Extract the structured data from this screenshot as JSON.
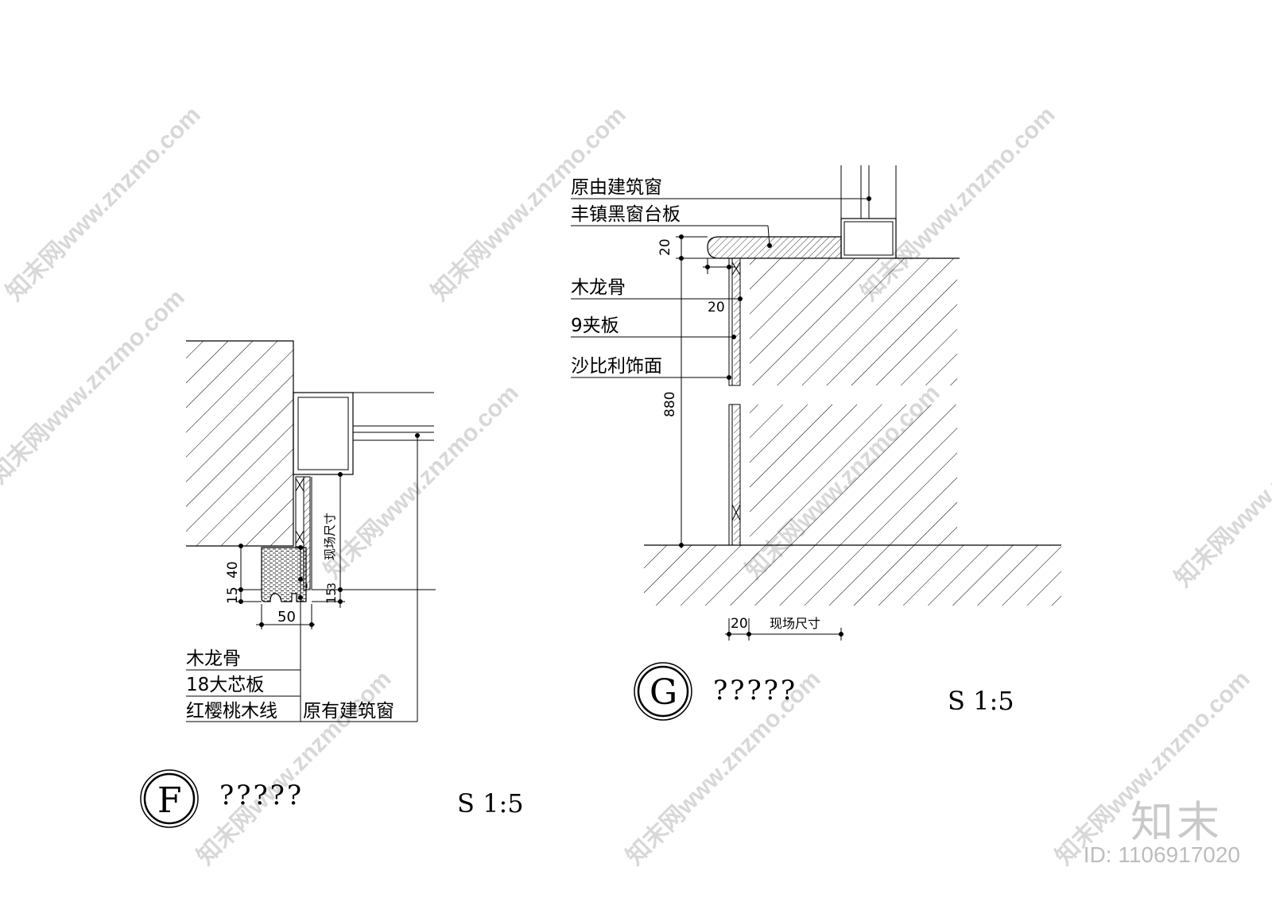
{
  "watermark": {
    "text": "知末网www.znzmo.com"
  },
  "brand": {
    "logo": "知末",
    "id": "ID: 1106917020"
  },
  "detail_f": {
    "symbol": "F",
    "title": "?????",
    "scale": "S 1:5",
    "dims": {
      "d40": "40",
      "d15a": "15",
      "d50": "50",
      "d15b": "15",
      "d3": "3"
    },
    "vertical_note": "现场尺寸",
    "labels": {
      "wood_keel": "木龙骨",
      "board18": "18大芯板",
      "cherry_line": "红樱桃木线",
      "existing_window": "原有建筑窗"
    }
  },
  "detail_g": {
    "symbol": "G",
    "title": "?????",
    "scale": "S 1:5",
    "dims": {
      "d20_top": "20",
      "d20_mid": "20",
      "d880": "880",
      "d20_bottom": "20",
      "site_size": "现场尺寸"
    },
    "labels": {
      "original_window": "原由建筑窗",
      "sill_board": "丰镇黑窗台板",
      "wood_keel": "木龙骨",
      "plywood9": "9夹板",
      "sapele": "沙比利饰面"
    }
  }
}
